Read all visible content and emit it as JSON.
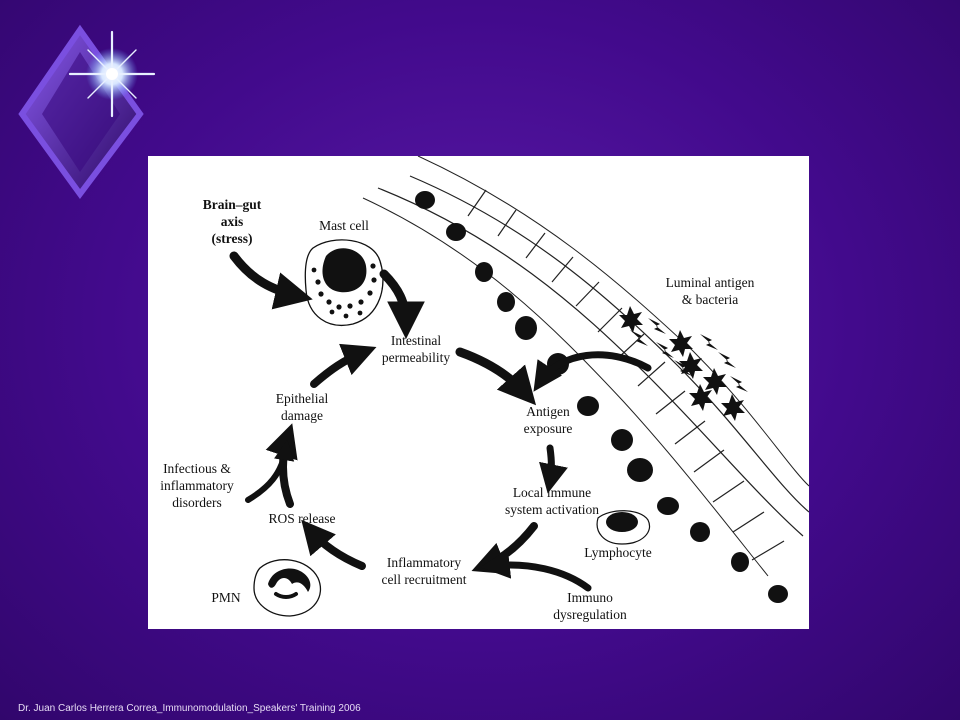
{
  "footer": "Dr. Juan Carlos Herrera Correa_Immunomodulation_Speakers' Training 2006",
  "colors": {
    "background": "#420a8c",
    "panel": "#ffffff",
    "ink": "#111111",
    "accent": "#7a4fe0"
  },
  "logo": {
    "icon": "star-diamond-icon"
  },
  "diagram": {
    "brain_gut": [
      "Brain–gut",
      "axis",
      "(stress)"
    ],
    "mast_cell": "Mast cell",
    "intestinal_permeability": [
      "Intestinal",
      "permeability"
    ],
    "antigen_exposure": [
      "Antigen",
      "exposure"
    ],
    "local_immune": [
      "Local immune",
      "system activation"
    ],
    "inflammatory_recruitment": [
      "Inflammatory",
      "cell recruitment"
    ],
    "ros_release": "ROS release",
    "epithelial_damage": [
      "Epithelial",
      "damage"
    ],
    "infectious_disorders": [
      "Infectious &",
      "inflammatory",
      "disorders"
    ],
    "pmn": "PMN",
    "lymphocyte": "Lymphocyte",
    "immuno_dysregulation": [
      "Immuno",
      "dysregulation"
    ],
    "luminal_antigen": [
      "Luminal antigen",
      "& bacteria"
    ]
  }
}
